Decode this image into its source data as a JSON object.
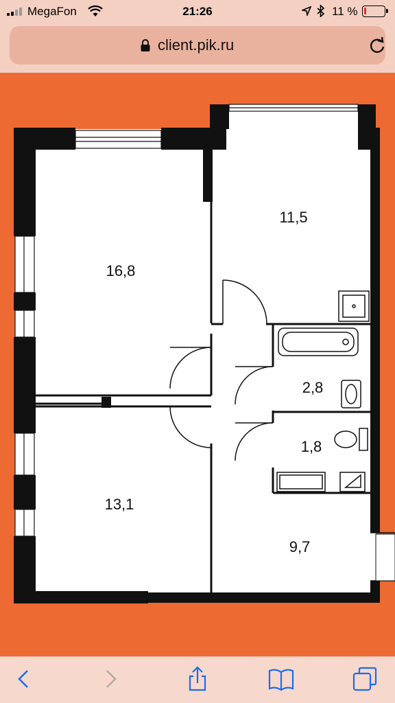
{
  "status_bar": {
    "carrier": "MegaFon",
    "time": "21:26",
    "battery_percent": "11 %",
    "battery_level": 0.11,
    "battery_color": "#e0302a"
  },
  "browser": {
    "url": "client.pik.ru",
    "lock_icon": "lock-icon",
    "reload_icon": "reload-icon"
  },
  "plan": {
    "background_color": "#ee6a33",
    "rooms": [
      {
        "id": "bedroom-1",
        "area": "16,8"
      },
      {
        "id": "kitchen",
        "area": "11,5"
      },
      {
        "id": "bathroom",
        "area": "2,8"
      },
      {
        "id": "toilet",
        "area": "1,8"
      },
      {
        "id": "bedroom-2",
        "area": "13,1"
      },
      {
        "id": "hallway",
        "area": "9,7"
      }
    ]
  },
  "toolbar": {
    "back_icon": "chevron-left-icon",
    "forward_icon": "chevron-right-icon",
    "share_icon": "share-icon",
    "bookmarks_icon": "book-icon",
    "tabs_icon": "tabs-icon"
  }
}
